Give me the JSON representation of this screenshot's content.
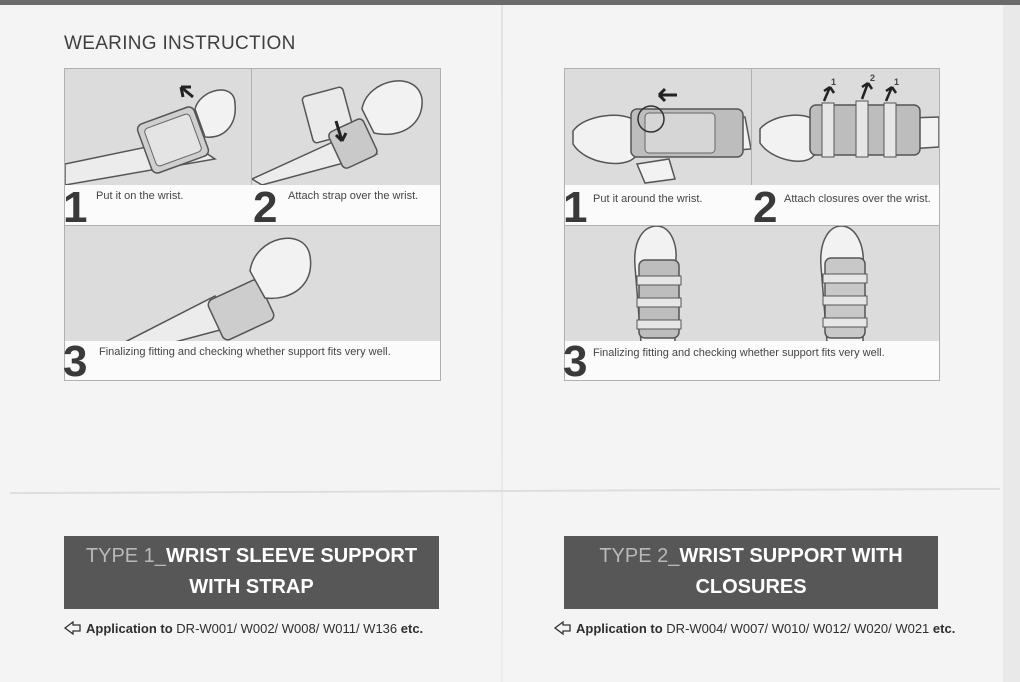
{
  "heading": "WEARING INSTRUCTION",
  "left": {
    "steps": [
      {
        "num": "1",
        "text": "Put it on the wrist."
      },
      {
        "num": "2",
        "text": "Attach strap over the wrist."
      },
      {
        "num": "3",
        "text": "Finalizing fitting and checking whether support fits very well."
      }
    ],
    "type_prefix": "TYPE 1_",
    "type_title_1": "WRIST SLEEVE SUPPORT",
    "type_title_2": "WITH STRAP",
    "application_label": "Application to",
    "application_models": "DR-W001/ W002/ W008/ W011/ W136",
    "application_suffix": "etc."
  },
  "right": {
    "steps": [
      {
        "num": "1",
        "text": "Put it around the wrist."
      },
      {
        "num": "2",
        "text": "Attach closures over the wrist."
      },
      {
        "num": "3",
        "text": "Finalizing fitting and checking whether support fits very well."
      }
    ],
    "closure_marks": [
      "1",
      "2",
      "1"
    ],
    "type_prefix": "TYPE 2_",
    "type_title_1": "WRIST SUPPORT WITH",
    "type_title_2": "CLOSURES",
    "application_label": "Application to",
    "application_models": "DR-W004/ W007/ W010/ W012/ W020/ W021",
    "application_suffix": "etc."
  },
  "icons": [
    "arrow-left-icon",
    "arrow-down-icon",
    "arrow-up-icon",
    "application-arrow-icon"
  ],
  "colors": {
    "panel_fill": "#dcdcdc",
    "type_box": "#575757",
    "type_prefix": "#b9b9b9"
  }
}
